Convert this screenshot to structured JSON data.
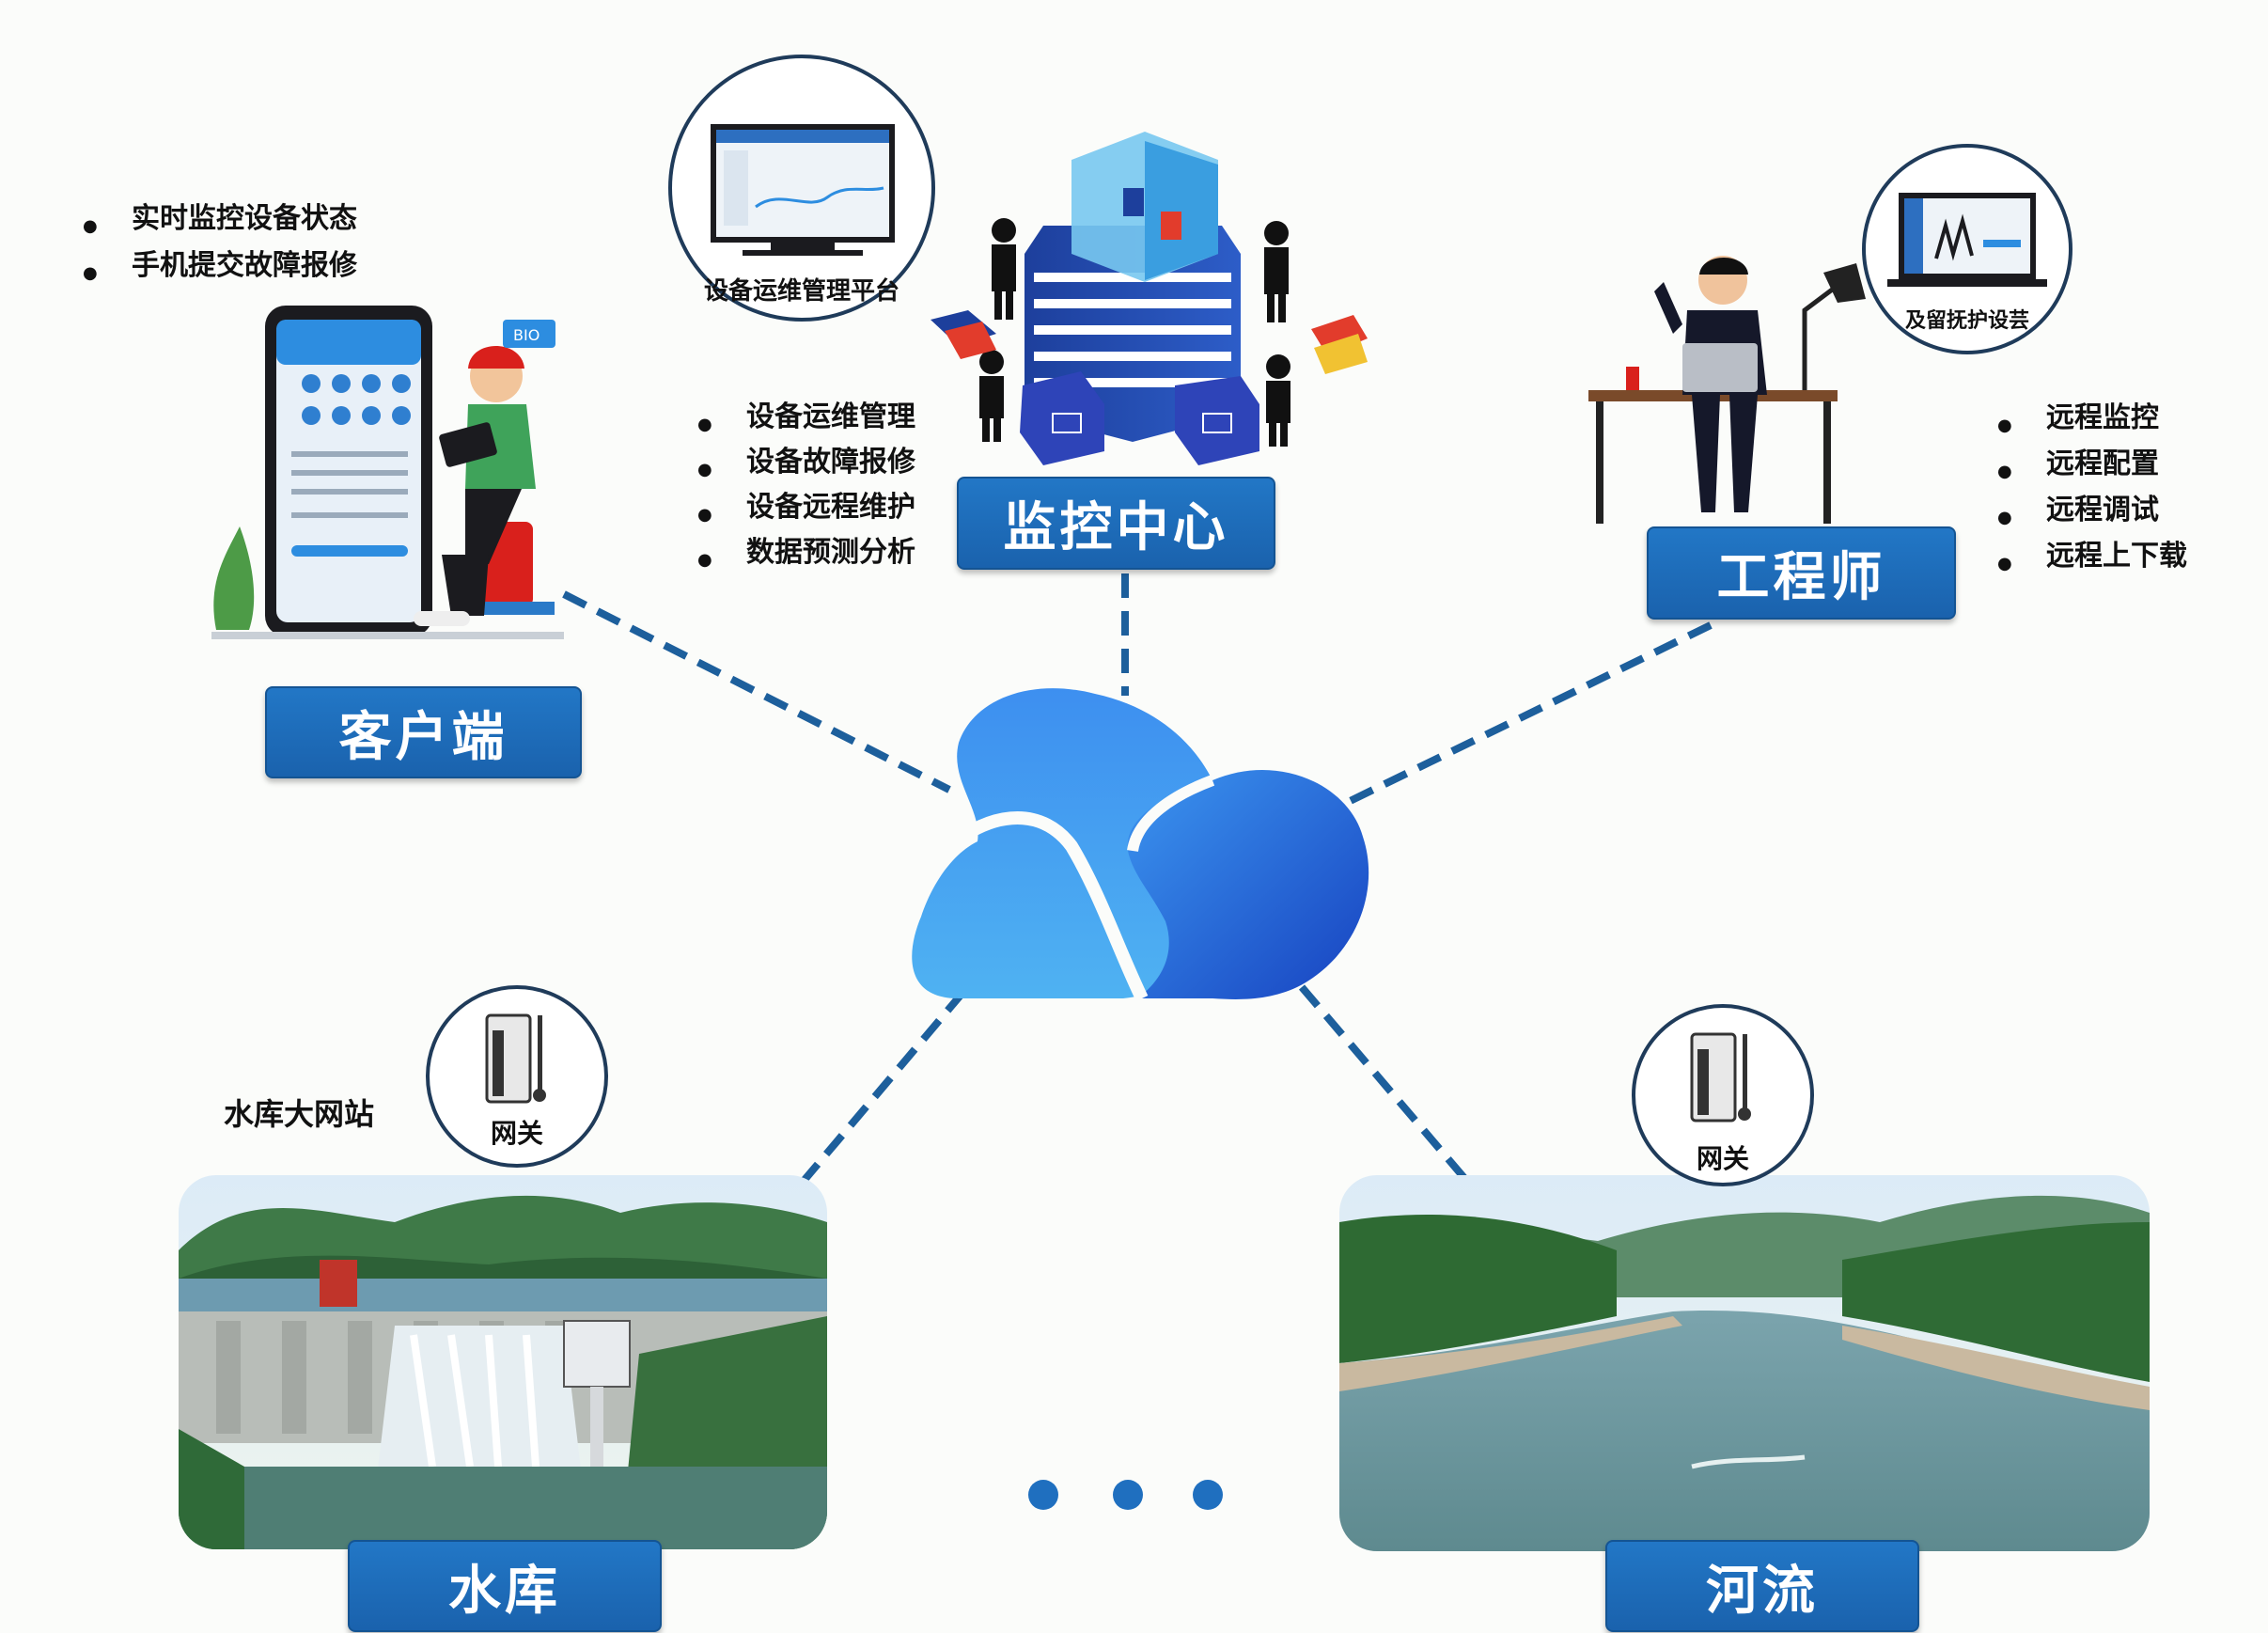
{
  "nodes": {
    "client": {
      "label": "客户端",
      "features": [
        "实时监控设备状态",
        "手机提交故障报修"
      ],
      "phone_badge": "BIO"
    },
    "monitor_center": {
      "label": "监控中心",
      "platform_caption": "设备运维管理平台",
      "features": [
        "设备运维管理",
        "设备故障报修",
        "设备远程维护",
        "数据预测分析"
      ]
    },
    "engineer": {
      "label": "工程师",
      "laptop_caption": "及留抚护设芸",
      "features": [
        "远程监控",
        "远程配置",
        "远程调试",
        "远程上下载"
      ]
    },
    "reservoir": {
      "label": "水库",
      "site_caption": "水库大网站",
      "gateway_caption": "网关"
    },
    "river": {
      "label": "河流",
      "gateway_caption": "网关"
    }
  },
  "colors": {
    "label_blue": "#1f6fbf",
    "link_blue": "#1d5f9c",
    "cloud_light": "#4aa3ee",
    "cloud_dark": "#1a58c4"
  },
  "icons": [
    "cloud-icon",
    "monitor-icon",
    "phone-icon",
    "laptop-icon",
    "gateway-icon",
    "server-tower-icon"
  ]
}
